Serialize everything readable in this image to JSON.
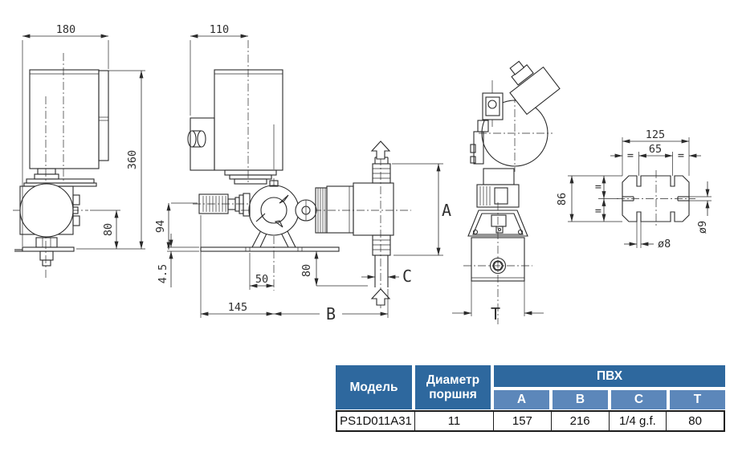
{
  "drawing": {
    "side_view": {
      "dim_width": "180",
      "dim_height": "360",
      "dim_outlet": "80"
    },
    "front_view": {
      "dim_motor_width": "110",
      "dim_center_height": "94",
      "dim_foot": "4.5",
      "dim_slot": "50",
      "dim_length": "145",
      "dim_suction": "80",
      "label_a": "A",
      "label_b": "B",
      "label_c": "C"
    },
    "top_view": {
      "label_t": "T"
    },
    "plate_view": {
      "dim_width": "125",
      "dim_slots": "65",
      "dim_height": "86",
      "dim_hole_bottom": "ø8",
      "dim_hole_side": "ø9",
      "equal": "="
    }
  },
  "table": {
    "col_model": "Модель",
    "col_piston": "Диаметр поршня",
    "col_material": "ПВХ",
    "sub_cols": [
      "A",
      "B",
      "C",
      "T"
    ],
    "row": {
      "model": "PS1D011A31",
      "piston": "11",
      "a": "157",
      "b": "216",
      "c": "1/4 g.f.",
      "t": "80"
    }
  },
  "colors": {
    "header_dark": "#2e689e",
    "header_light": "#5c87ba",
    "line": "#2b2b2b"
  }
}
